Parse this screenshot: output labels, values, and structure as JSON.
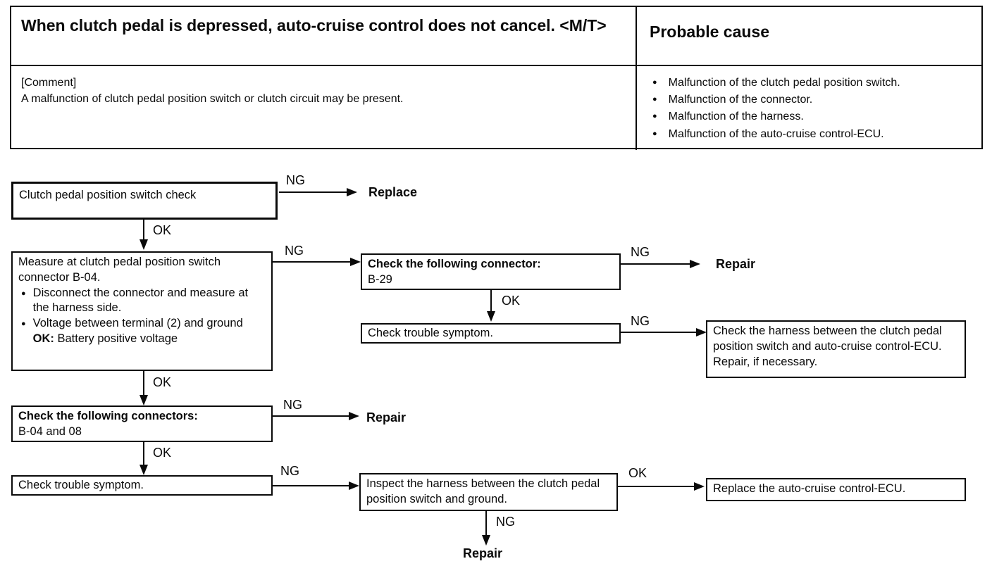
{
  "table": {
    "title": "When clutch pedal is depressed, auto-cruise control does not cancel. <M/T>",
    "probable_cause_header": "Probable cause",
    "comment_label": "[Comment]",
    "comment_text": "A malfunction of clutch pedal position switch or clutch circuit may be present.",
    "causes": [
      "Malfunction of the clutch pedal position switch.",
      "Malfunction of the connector.",
      "Malfunction of the harness.",
      "Malfunction of the auto-cruise control-ECU."
    ]
  },
  "flowchart": {
    "labels": {
      "ng": "NG",
      "ok": "OK"
    },
    "steps": {
      "step1": "Clutch pedal position switch check",
      "step2": {
        "intro": "Measure at clutch pedal position switch connector B-04.",
        "bullet1": "Disconnect the connector and measure at the harness side.",
        "bullet2": "Voltage between terminal (2) and ground",
        "ok_label": "OK:",
        "ok_value": "Battery positive voltage"
      },
      "step3": {
        "heading": "Check the following connector:",
        "detail": "B-29"
      },
      "step4": "Check trouble symptom.",
      "step5": "Check the harness between the clutch pedal position switch and auto-cruise control-ECU. Repair, if necessary.",
      "step6": {
        "heading": "Check the following connectors:",
        "detail": "B-04 and 08"
      },
      "step7": "Check trouble symptom.",
      "step8": "Inspect the harness between the clutch pedal position switch and ground.",
      "step9": "Replace the auto-cruise control-ECU."
    },
    "terminals": {
      "replace1": "Replace",
      "repair1": "Repair",
      "repair2": "Repair",
      "repair3": "Repair"
    }
  }
}
